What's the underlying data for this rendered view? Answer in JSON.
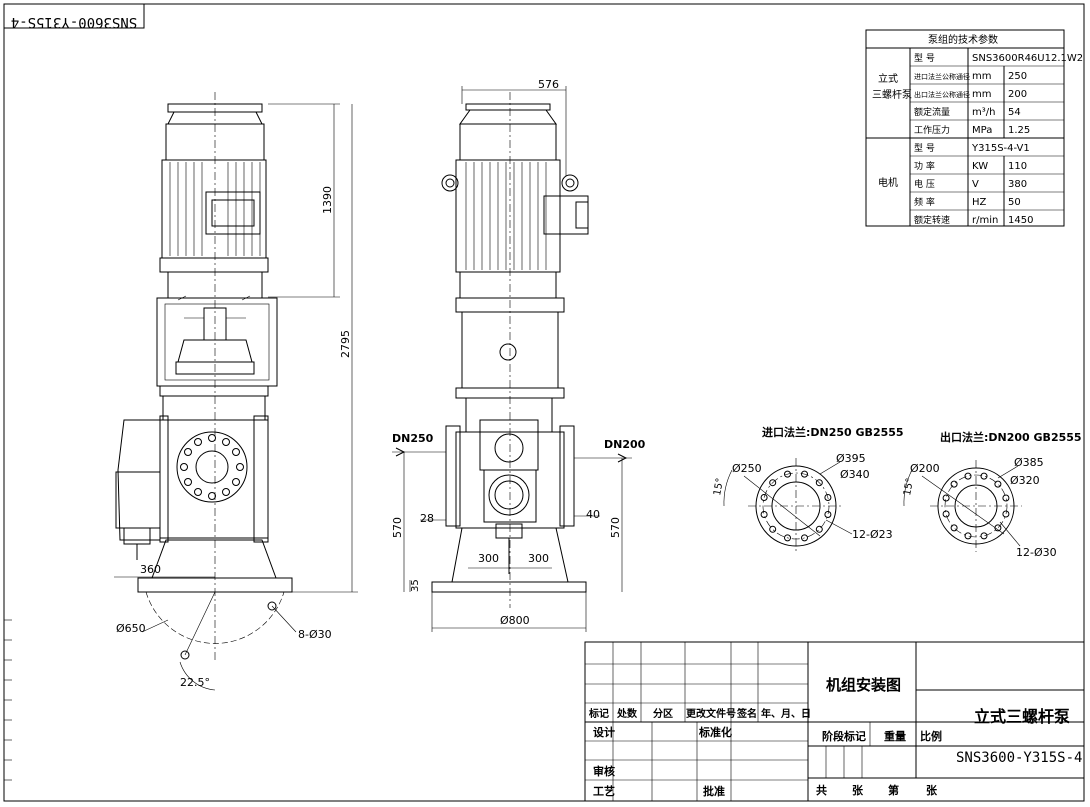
{
  "drawing_code_mirrored": "SNS3600-Y315S-4",
  "specs": {
    "title": "泵组的技术参数",
    "pump_group": [
      "立式",
      "三螺杆泵"
    ],
    "motor_group": "电机",
    "rows": [
      {
        "name": "型 号",
        "unit": "",
        "value": "SNS3600R46U12.1W2"
      },
      {
        "name": "进口法兰公称通径",
        "unit": "mm",
        "value": "250"
      },
      {
        "name": "出口法兰公称通径",
        "unit": "mm",
        "value": "200"
      },
      {
        "name": "额定流量",
        "unit": "m³/h",
        "value": "54"
      },
      {
        "name": "工作压力",
        "unit": "MPa",
        "value": "1.25"
      },
      {
        "name": "型 号",
        "unit": "",
        "value": "Y315S-4-V1"
      },
      {
        "name": "功 率",
        "unit": "KW",
        "value": "110"
      },
      {
        "name": "电 压",
        "unit": "V",
        "value": "380"
      },
      {
        "name": "频 率",
        "unit": "HZ",
        "value": "50"
      },
      {
        "name": "额定转速",
        "unit": "r/min",
        "value": "1450"
      }
    ]
  },
  "dims": {
    "d1390": "1390",
    "d2795": "2795",
    "d360": "360",
    "d650": "Ø650",
    "bolts_base": "8-Ø30",
    "angle_base": "22.5°",
    "d576": "576",
    "dn250": "DN250",
    "dn200": "DN200",
    "d28": "28",
    "d40": "40",
    "d570_left": "570",
    "d570_right": "570",
    "d300_left": "300",
    "d300_right": "300",
    "d35": "35",
    "d800": "Ø800"
  },
  "flanges": {
    "inlet": {
      "title": "进口法兰:DN250 GB2555",
      "bore": "Ø250",
      "outer": "Ø395",
      "pcd": "Ø340",
      "bolts": "12-Ø23",
      "angle": "15°"
    },
    "outlet": {
      "title": "出口法兰:DN200 GB2555",
      "bore": "Ø200",
      "outer": "Ø385",
      "pcd": "Ø320",
      "bolts": "12-Ø30",
      "angle": "15°"
    }
  },
  "title_block": {
    "header": [
      "标记",
      "处数",
      "分区",
      "更改文件号",
      "签名",
      "年、月、日"
    ],
    "design": "设计",
    "standardize": "标准化",
    "review": "审核",
    "process": "工艺",
    "approve": "批准",
    "stage_mark": "阶段标记",
    "weight": "重量",
    "scale": "比例",
    "drawing_name": "机组安装图",
    "product_name": "立式三螺杆泵",
    "drawing_no": "SNS3600-Y315S-4",
    "sheet_total": "共",
    "sheet_unit1": "张",
    "sheet_no": "第",
    "sheet_unit2": "张"
  }
}
